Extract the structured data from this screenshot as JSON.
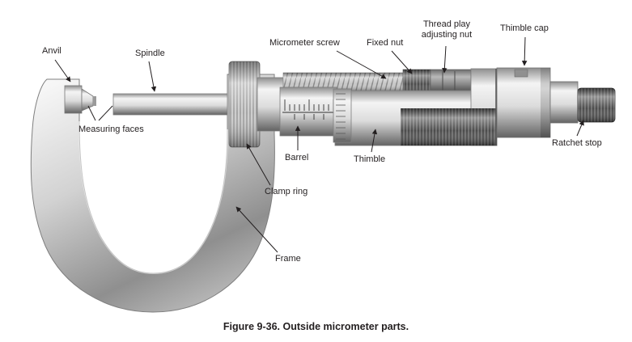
{
  "figure": {
    "caption": "Figure 9-36. Outside micrometer parts."
  },
  "labels": {
    "anvil": "Anvil",
    "spindle": "Spindle",
    "measuring_faces": "Measuring faces",
    "micrometer_screw": "Micrometer screw",
    "fixed_nut": "Fixed nut",
    "thread_play_adjusting_nut": "Thread play\nadjusting nut",
    "thimble_cap": "Thimble cap",
    "barrel": "Barrel",
    "thimble": "Thimble",
    "ratchet_stop": "Ratchet stop",
    "clamp_ring": "Clamp ring",
    "frame": "Frame"
  },
  "colors": {
    "ink": "#231f20",
    "metal_light": "#f4f4f4",
    "metal_mid": "#b5b5b5",
    "metal_dark": "#5f5f5f"
  }
}
